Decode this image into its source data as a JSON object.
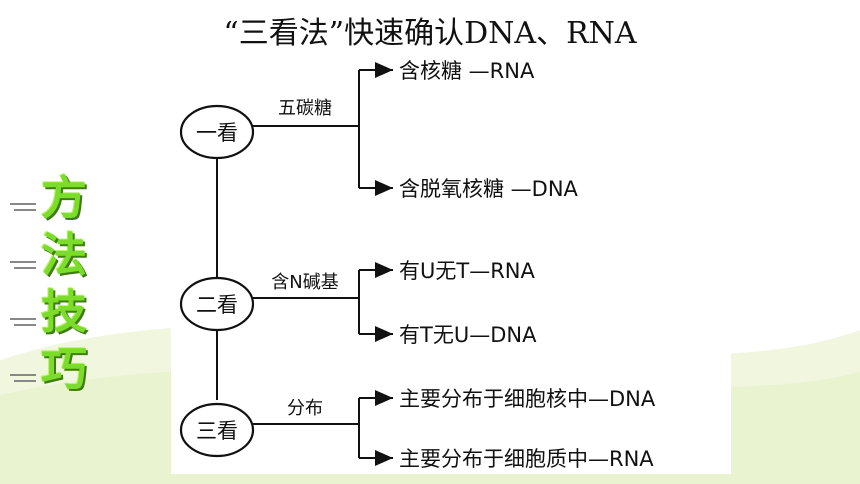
{
  "title": "“三看法”快速确认DNA、RNA",
  "side_label": "方法技巧",
  "diagram": {
    "steps": [
      {
        "name": "一看",
        "criterion": "五碳糖",
        "outcomes": [
          "含核糖 —RNA",
          "含脱氧核糖 —DNA"
        ]
      },
      {
        "name": "二看",
        "criterion": "含N碱基",
        "outcomes": [
          "有U无T—RNA",
          "有T无U—DNA"
        ]
      },
      {
        "name": "三看",
        "criterion": "分布",
        "outcomes": [
          "主要分布于细胞核中—DNA",
          "主要分布于细胞质中—RNA"
        ]
      }
    ]
  },
  "colors": {
    "accent_green": "#7bdc2a",
    "wave_green": "#eef6d8"
  }
}
